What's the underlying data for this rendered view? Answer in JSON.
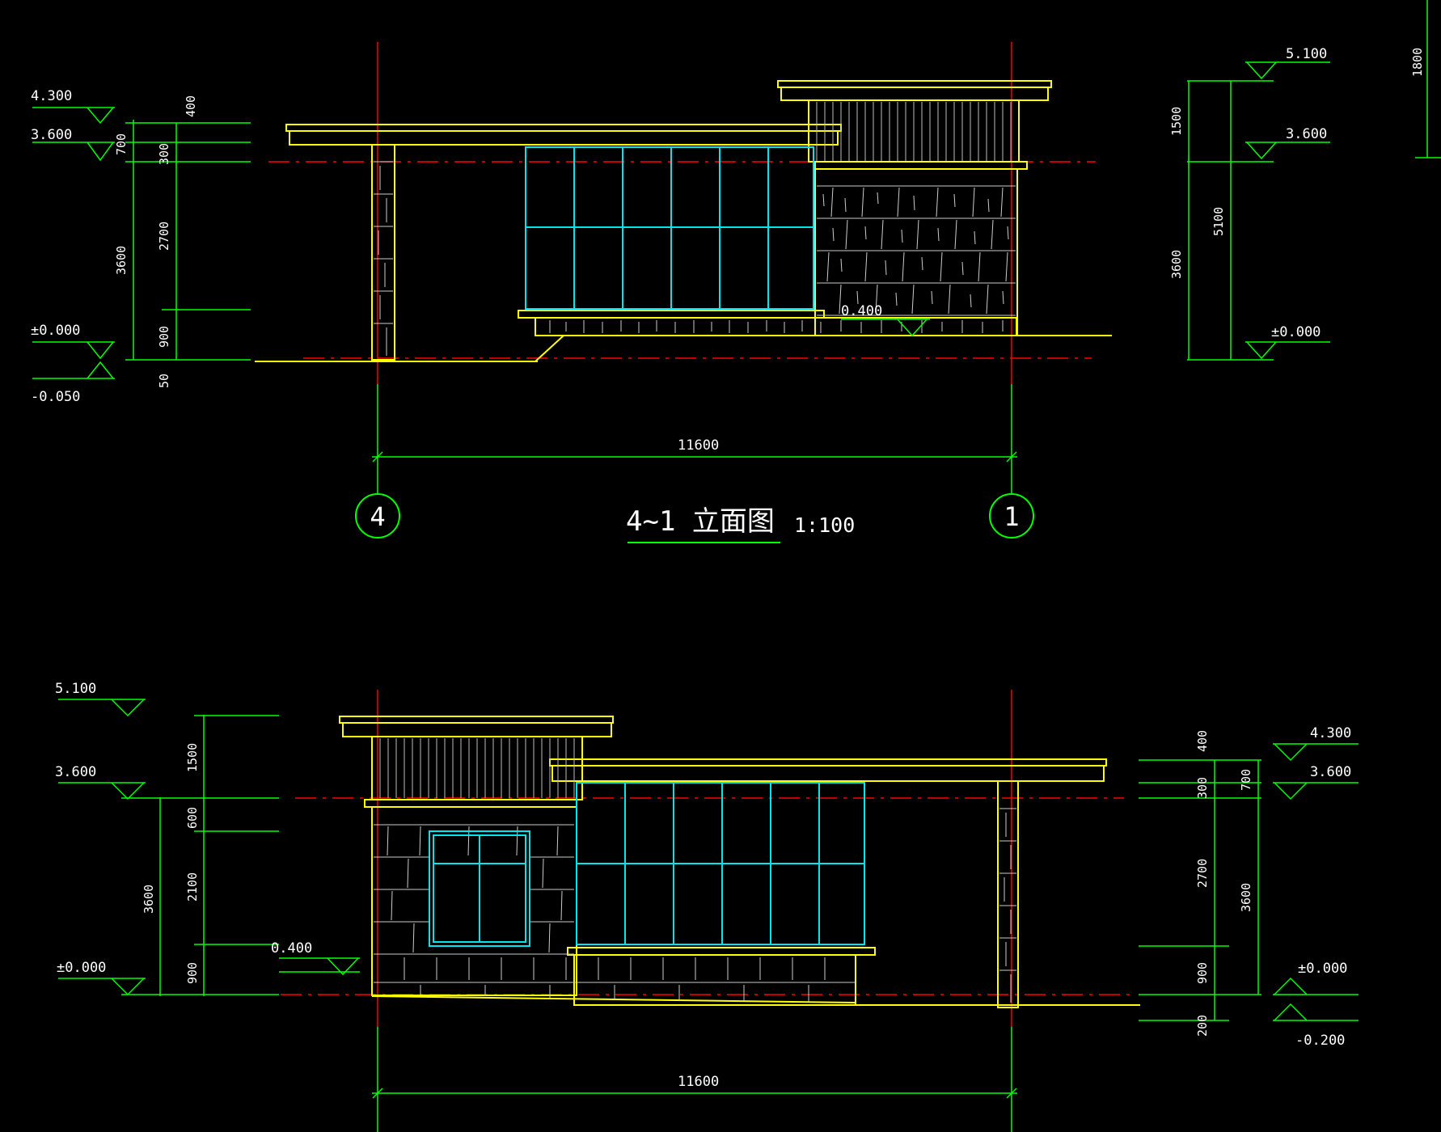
{
  "colors": {
    "background": "#000000",
    "dimension": "#00ff00",
    "axis": "#ff0000",
    "outline": "#ffff00",
    "glass": "#00e5ee",
    "hatch": "#ffffff",
    "text": "#ffffff"
  },
  "top_elevation": {
    "title": "4~1 立面图",
    "scale": "1:100",
    "axis_left": "4",
    "axis_right": "1",
    "overall_dim": "11600",
    "left_levels": [
      "4.300",
      "3.600",
      "±0.000",
      "-0.050"
    ],
    "left_dims_outer": [
      "700",
      "3600"
    ],
    "left_dims_inner": [
      "400",
      "300",
      "2700",
      "900",
      "50"
    ],
    "right_levels": [
      "5.100",
      "3.600",
      "±0.000"
    ],
    "right_dims_inner": [
      "1500",
      "3600"
    ],
    "right_dims_outer": [
      "5100"
    ],
    "sill_level": "0.400",
    "far_right_dim": "1800"
  },
  "bottom_elevation": {
    "overall_dim": "11600",
    "left_levels": [
      "5.100",
      "3.600",
      "±0.000"
    ],
    "left_dims_inner": [
      "1500",
      "600",
      "2100",
      "900"
    ],
    "left_dims_outer": [
      "3600"
    ],
    "sill_level": "0.400",
    "right_levels": [
      "4.300",
      "3.600",
      "±0.000",
      "-0.200"
    ],
    "right_dims_inner": [
      "400",
      "300",
      "2700",
      "900",
      "200"
    ],
    "right_dims_outer": [
      "700",
      "3600"
    ]
  }
}
